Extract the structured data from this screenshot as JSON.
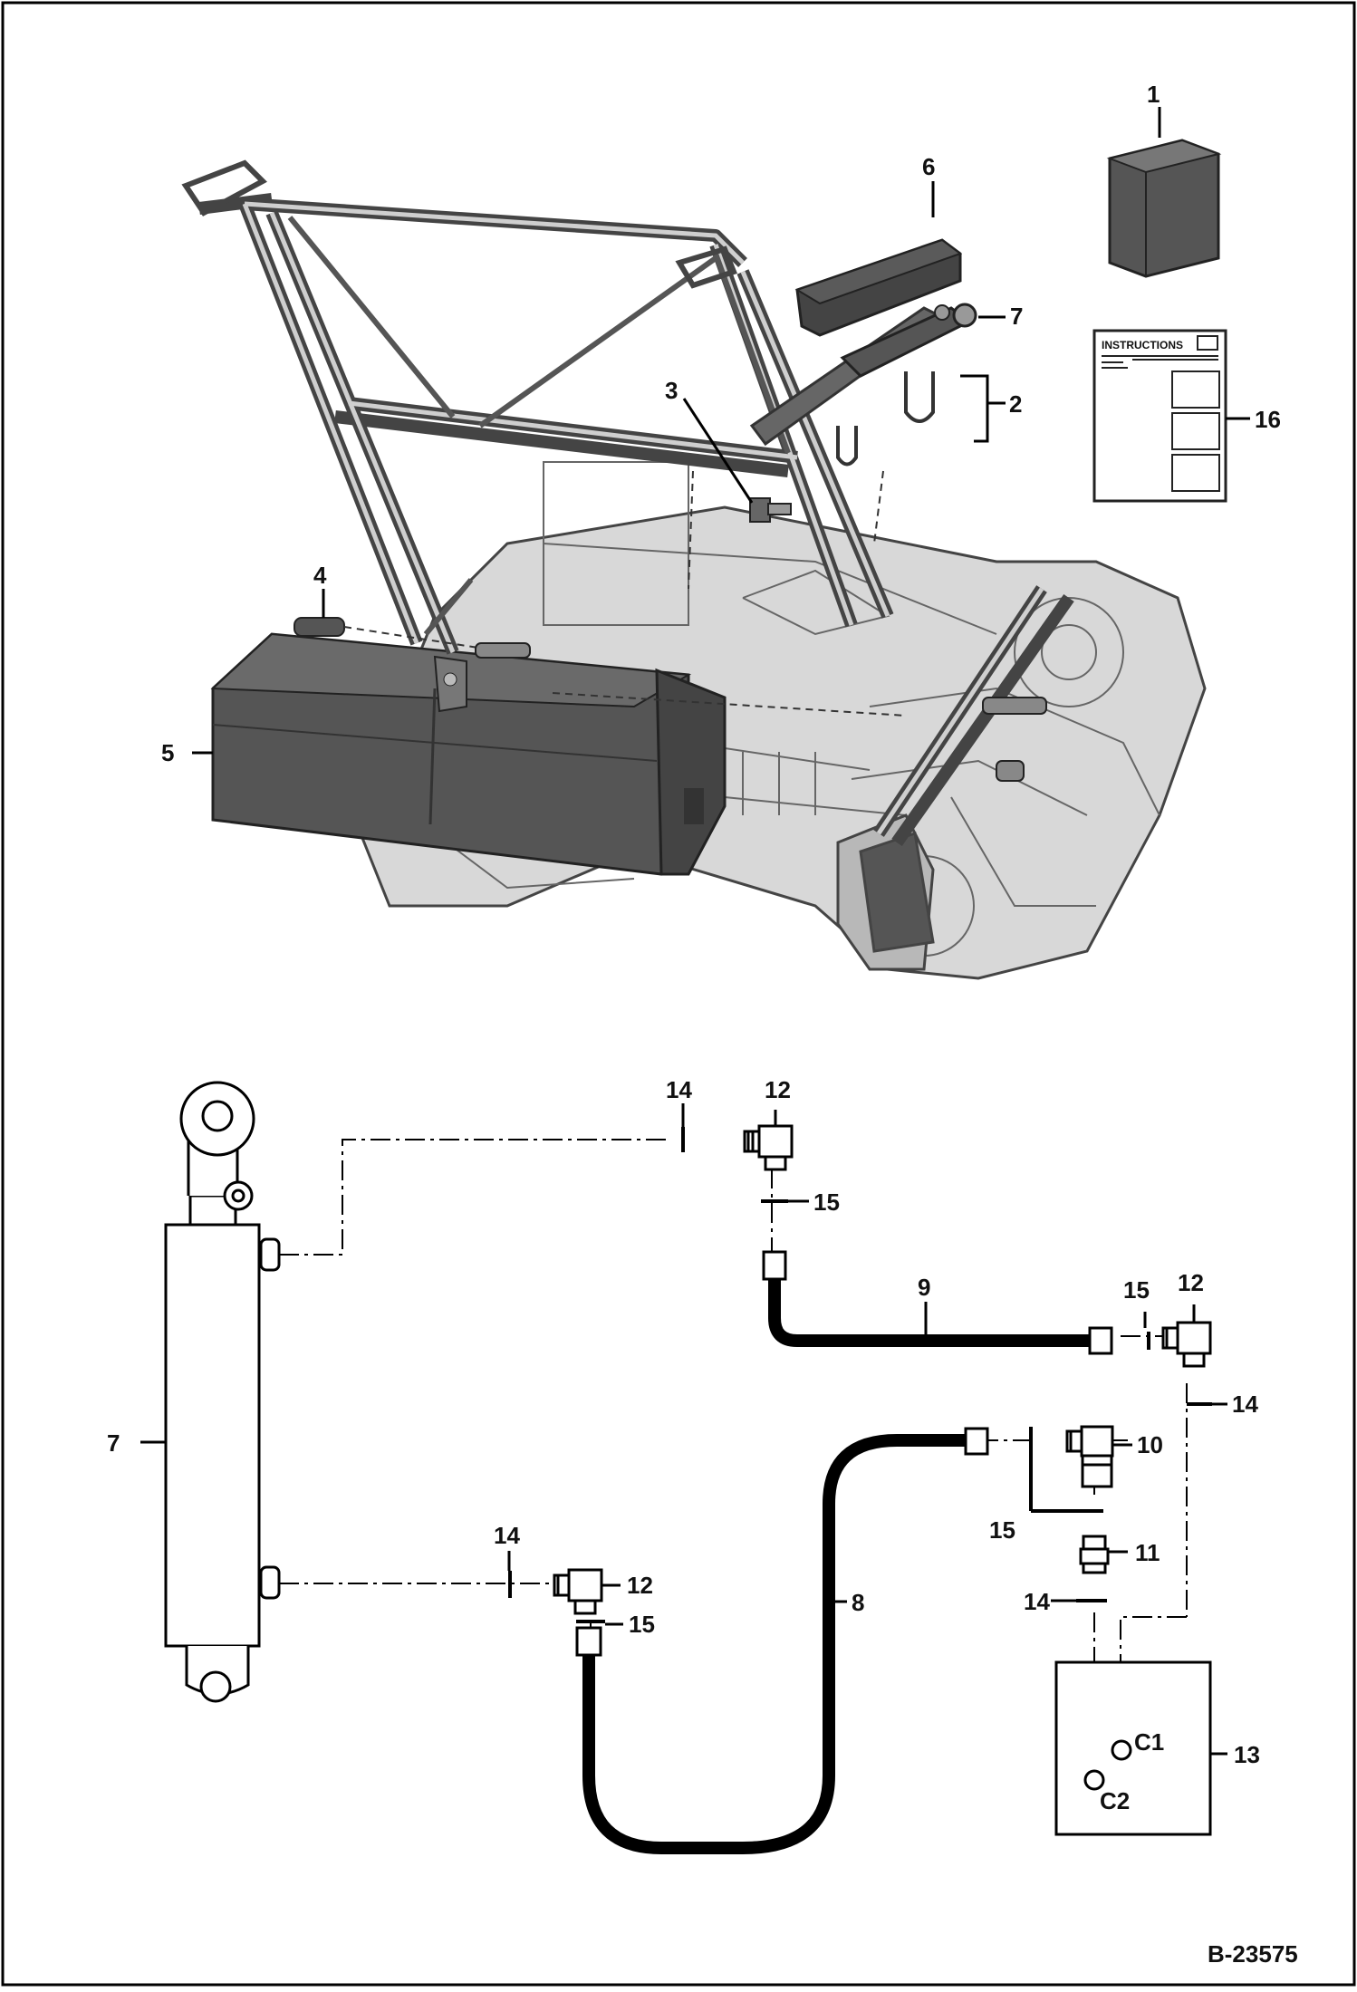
{
  "figure_id": "B-23575",
  "instructions_title": "INSTRUCTIONS",
  "callouts": {
    "c1": "1",
    "c2": "2",
    "c3": "3",
    "c4": "4",
    "c5": "5",
    "c6": "6",
    "c7_top": "7",
    "c16": "16",
    "c7_cyl": "7",
    "c8": "8",
    "c9": "9",
    "c10": "10",
    "c11": "11",
    "c12_top": "12",
    "c12_right": "12",
    "c12_low": "12",
    "c13": "13",
    "c14_top": "14",
    "c14_right": "14",
    "c14_low": "14",
    "c14_mid": "14",
    "c15_top": "15",
    "c15_right": "15",
    "c15_mid": "15",
    "c15_low": "15"
  },
  "ports": {
    "c1": "C1",
    "c2": "C2"
  }
}
